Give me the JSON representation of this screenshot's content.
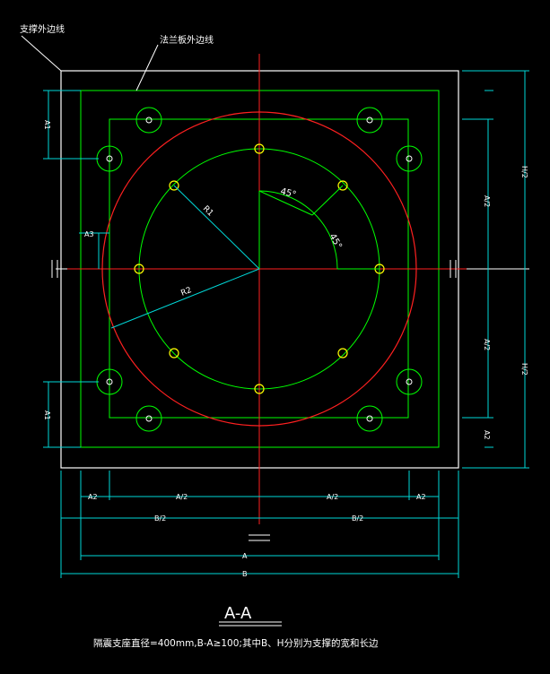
{
  "colors": {
    "background": "#000000",
    "outer": "#ffffff",
    "green": "#00ff00",
    "red": "#ff2020",
    "cyan": "#00d8d8",
    "yellow": "#ffff00",
    "text": "#ffffff"
  },
  "labels": {
    "support_outline": "支撑外边线",
    "flange_outline": "法兰板外边线",
    "angle_a": "45°",
    "angle_b": "45°",
    "r1": "R1",
    "r2": "R2",
    "a3": "A3",
    "a_half": "A/2",
    "a2": "A2",
    "b_half": "B/2",
    "h_half": "H/2",
    "a": "A",
    "b": "B",
    "a1": "A1"
  },
  "section_title": "A-A",
  "caption": "隔震支座直径=400mm,B-A≥100;其中B、H分别为支撑的宽和长边"
}
